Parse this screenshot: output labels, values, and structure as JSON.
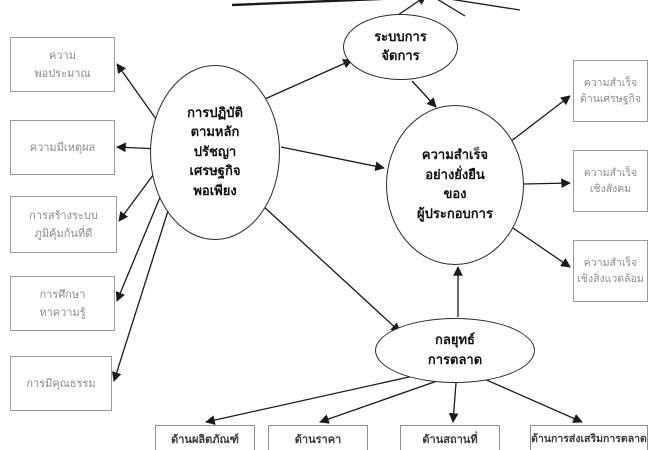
{
  "colors": {
    "line": "#1a1a1a",
    "side_box_text": "#8a8a8a",
    "node_text": "#101010"
  },
  "nodes": {
    "practice": {
      "label": "การปฏิบัติ\nตามหลัก\nปรัชญา\nเศรษฐกิจ\nพอเพียง"
    },
    "management": {
      "label": "ระบบการ\nจัดการ"
    },
    "success": {
      "label": "ความสำเร็จ\nอย่างยั่งยืน\nของ\nผู้ประกอบการ"
    },
    "marketing": {
      "label": "กลยุทธ์\nการตลาด"
    }
  },
  "left_boxes": [
    {
      "label": "ความ\nพอประมาณ"
    },
    {
      "label": "ความมีเหตุผล"
    },
    {
      "label": "การสร้างระบบ\nภูมิคุ้มกันที่ดี"
    },
    {
      "label": "การศึกษา\nหาความรู้"
    },
    {
      "label": "การมีคุณธรรม"
    }
  ],
  "right_boxes": [
    {
      "label": "ความสำเร็จ\nด้านเศรษฐกิจ"
    },
    {
      "label": "ความสำเร็จ\nเชิงสังคม"
    },
    {
      "label": "ความสำเร็จ\nเชิงสิ่งแวดล้อม"
    }
  ],
  "bottom_boxes": [
    {
      "label": "ด้านผลิตภัณฑ์"
    },
    {
      "label": "ด้านราคา"
    },
    {
      "label": "ด้านสถานที่"
    },
    {
      "label": "ด้านการส่งเสริมการตลาด"
    }
  ]
}
